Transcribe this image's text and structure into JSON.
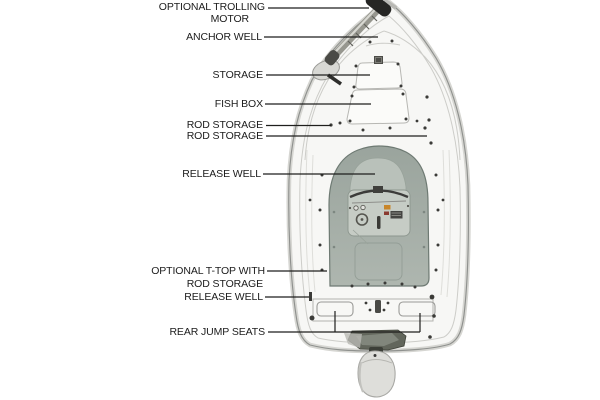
{
  "diagram_type": "boat-deck-plan-callouts",
  "labels": [
    {
      "id": "optional-trolling-motor",
      "lines": [
        "OPTIONAL TROLLING",
        "MOTOR"
      ]
    },
    {
      "id": "anchor-well",
      "lines": [
        "ANCHOR WELL"
      ]
    },
    {
      "id": "storage",
      "lines": [
        "STORAGE"
      ]
    },
    {
      "id": "fish-box",
      "lines": [
        "FISH BOX"
      ]
    },
    {
      "id": "rod-storage-port",
      "lines": [
        "ROD STORAGE"
      ]
    },
    {
      "id": "rod-storage-starboard",
      "lines": [
        "ROD STORAGE"
      ]
    },
    {
      "id": "release-well-forward",
      "lines": [
        "RELEASE WELL"
      ]
    },
    {
      "id": "optional-t-top",
      "lines": [
        "OPTIONAL T-TOP WITH",
        "ROD STORAGE"
      ]
    },
    {
      "id": "release-well-aft",
      "lines": [
        "RELEASE WELL"
      ]
    },
    {
      "id": "rear-jump-seats",
      "lines": [
        "REAR JUMP SEATS"
      ]
    }
  ],
  "colors": {
    "background": "#ffffff",
    "label_text": "#1c1c1c",
    "leader_line": "#1f1f1d",
    "hull_fill": "#f7f7f5",
    "hull_outline": "#8f918e",
    "tarp_top": "#9aa49d",
    "tarp_bottom": "#aeb6af",
    "motor_dark": "#262624"
  }
}
